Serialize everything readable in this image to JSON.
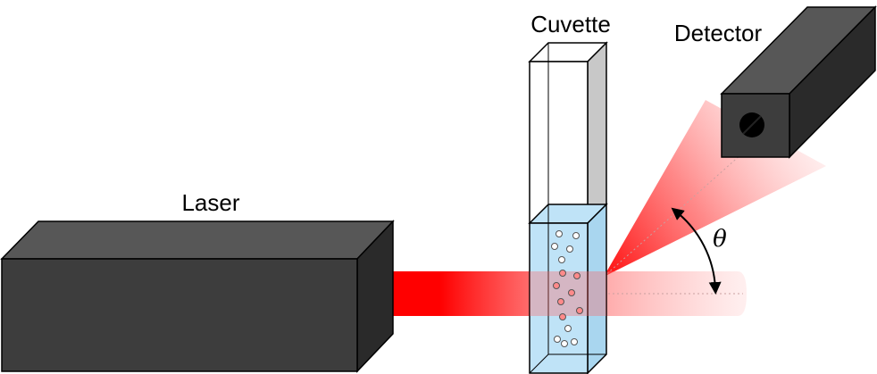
{
  "labels": {
    "laser": "Laser",
    "cuvette": "Cuvette",
    "detector": "Detector",
    "angle": "θ"
  },
  "colors": {
    "box_front": "#3d3d3d",
    "box_top": "#575757",
    "box_side": "#2a2a2a",
    "beam": "#ff0000",
    "liquid": "#bfe3f7",
    "particle_white": "#ffffff",
    "particle_red": "#ff8a8a"
  }
}
